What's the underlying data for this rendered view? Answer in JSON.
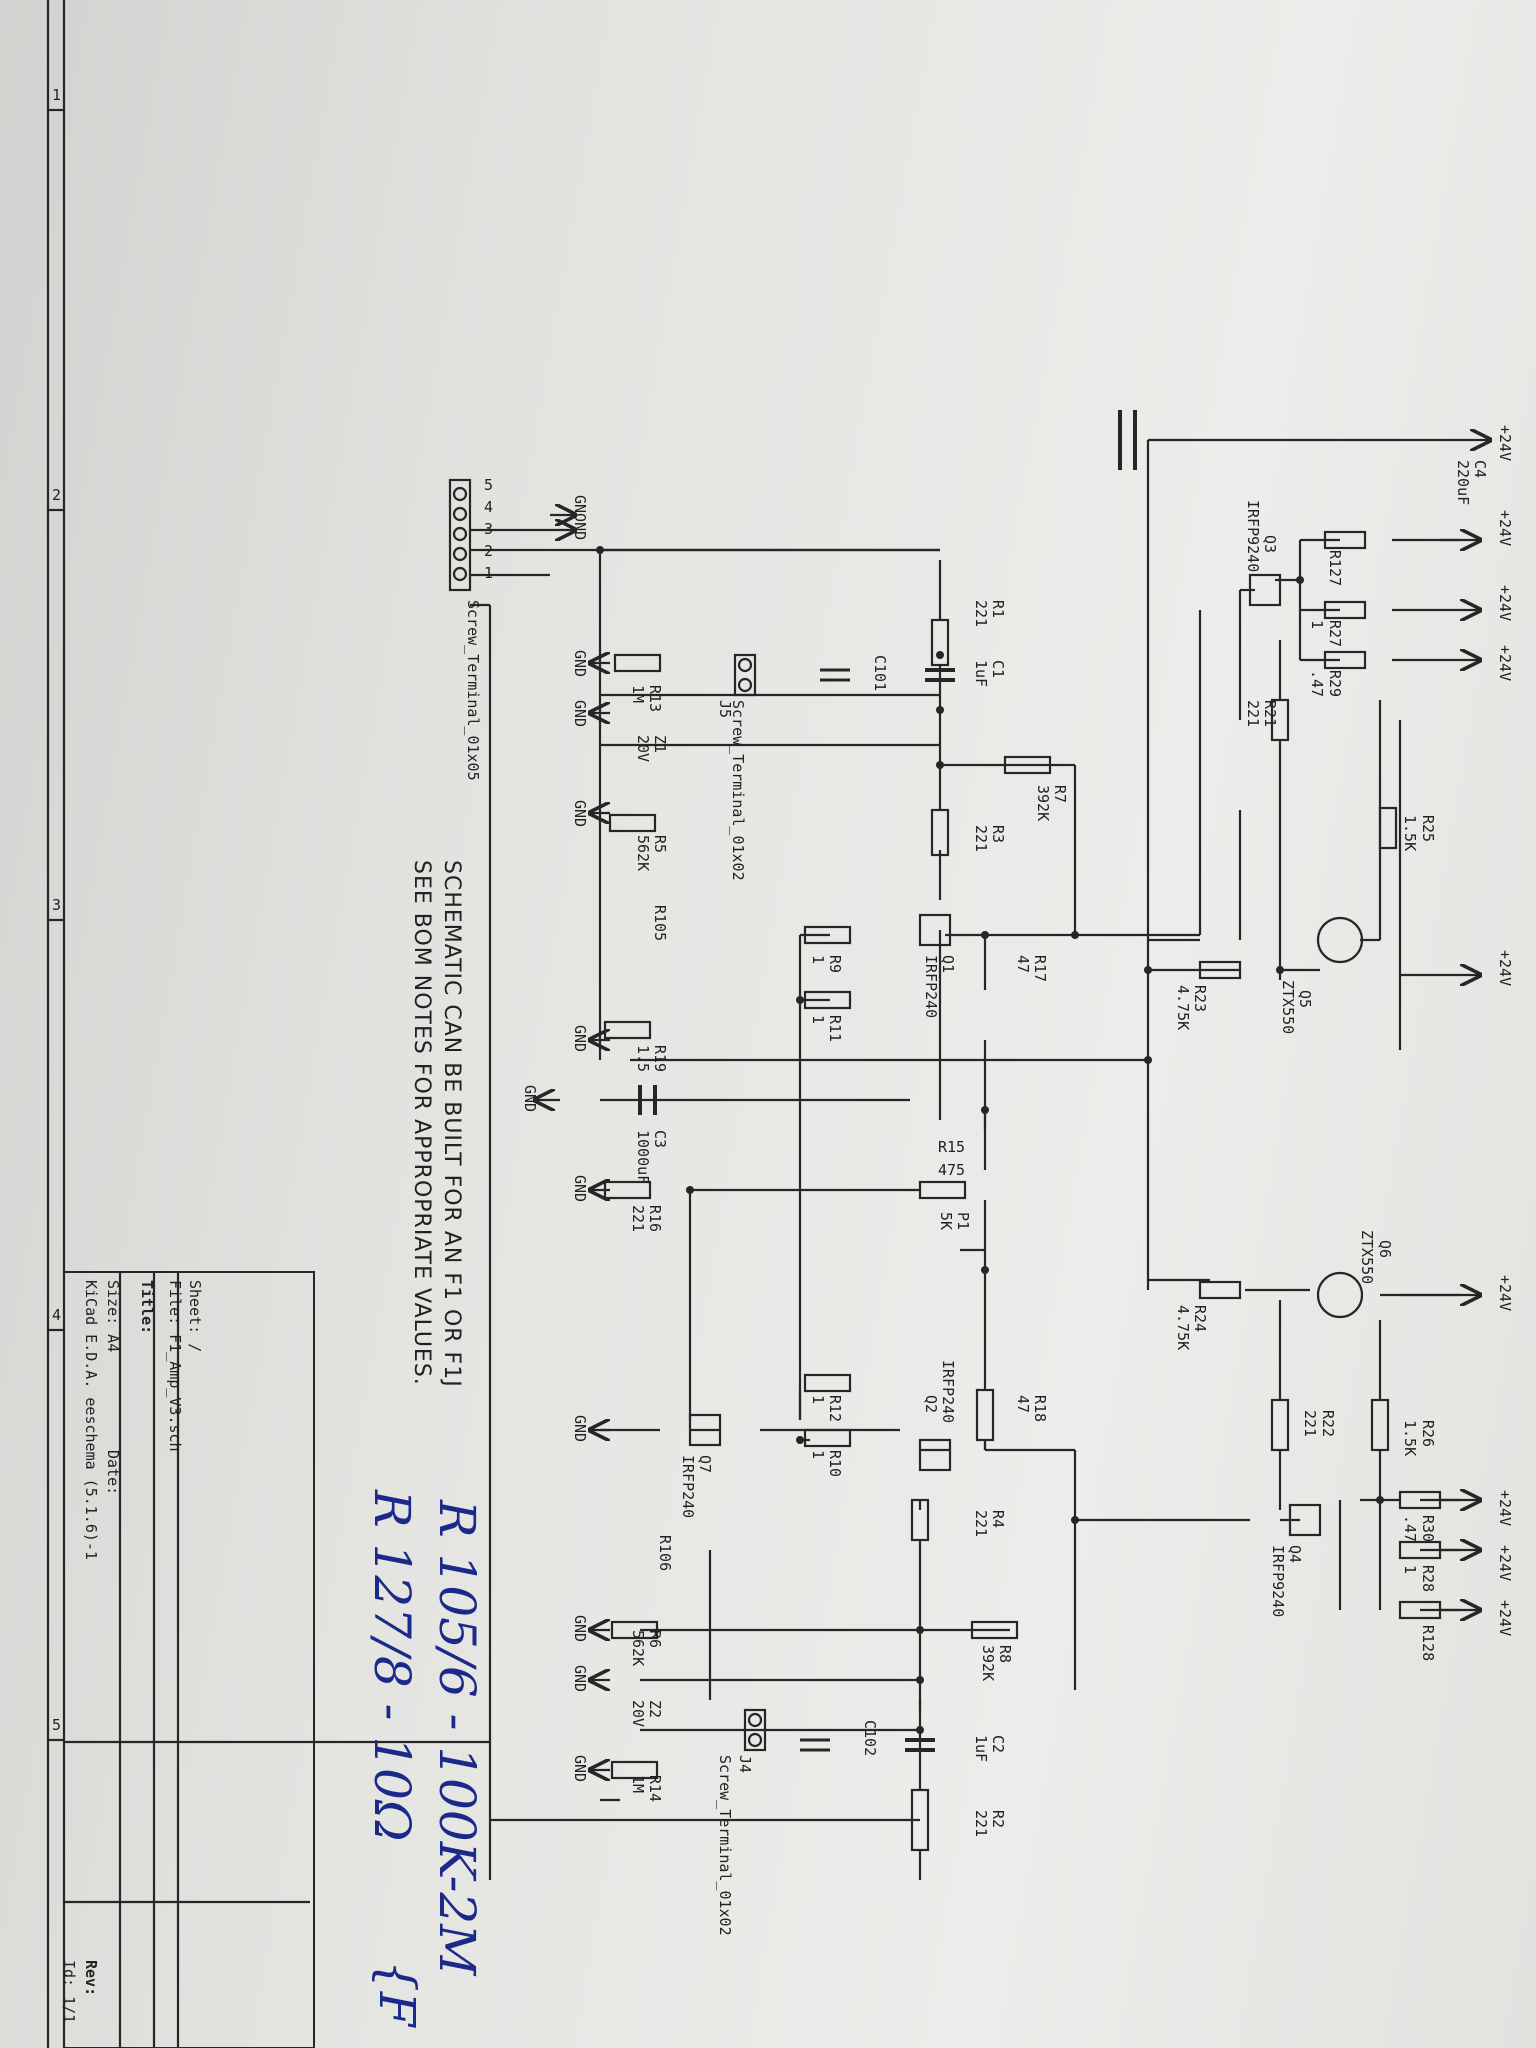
{
  "supply_labels": [
    "+24V",
    "+24V",
    "+24V",
    "+24V",
    "+24V",
    "+24V",
    "+24V",
    "+24V",
    "+24V"
  ],
  "gnd_label": "GND",
  "gnond_label": "GNOND",
  "components": {
    "c4": [
      "C4",
      "220uF"
    ],
    "r127": [
      "R127"
    ],
    "r27": [
      "R27",
      "1"
    ],
    "r29": [
      "R29",
      ".47"
    ],
    "q3": [
      "Q3",
      "IRFP9240"
    ],
    "r21": [
      "R21",
      "221"
    ],
    "r25": [
      "R25",
      "1.5K"
    ],
    "q5": [
      "Q5",
      "ZTX550"
    ],
    "r23": [
      "R23",
      "4.75K"
    ],
    "q6": [
      "Q6",
      "ZTX550"
    ],
    "r24": [
      "R24",
      "4.75K"
    ],
    "r26": [
      "R26",
      "1.5K"
    ],
    "r22": [
      "R22",
      "221"
    ],
    "r30": [
      "R30",
      ".47"
    ],
    "r28": [
      "R28",
      "1"
    ],
    "r128": [
      "R128"
    ],
    "q4": [
      "Q4",
      "IRFP9240"
    ],
    "r1": [
      "R1",
      "221"
    ],
    "c1": [
      "C1",
      "1uF"
    ],
    "c101": [
      "C101"
    ],
    "j5": [
      "J5",
      "Screw_Terminal_01x02"
    ],
    "r13": [
      "R13",
      "1M"
    ],
    "z1": [
      "Z1",
      "20V"
    ],
    "r5": [
      "R5",
      "562K"
    ],
    "r105": [
      "R105"
    ],
    "r3": [
      "R3",
      "221"
    ],
    "r7": [
      "R7",
      "392K"
    ],
    "q1": [
      "Q1",
      "IRFP240"
    ],
    "r17": [
      "R17",
      "47"
    ],
    "r9": [
      "R9",
      "1"
    ],
    "r11": [
      "R11",
      "1"
    ],
    "r19": [
      "R19",
      "1.5"
    ],
    "c3": [
      "C3",
      "1000uF"
    ],
    "r15": [
      "R15",
      "475"
    ],
    "p1": [
      "P1",
      "5K"
    ],
    "r16": [
      "R16",
      "221"
    ],
    "r18": [
      "R18",
      "47"
    ],
    "q2": [
      "Q2",
      "IRFP240"
    ],
    "r12": [
      "R12",
      "1"
    ],
    "r10": [
      "R10",
      "1"
    ],
    "q7": [
      "Q7",
      "IRFP240"
    ],
    "r4": [
      "R4",
      "221"
    ],
    "r8": [
      "R8",
      "392K"
    ],
    "r106": [
      "R106"
    ],
    "r6": [
      "R6",
      "562K"
    ],
    "z2": [
      "Z2",
      "20V"
    ],
    "c102": [
      "C102"
    ],
    "c2": [
      "C2",
      "1uF"
    ],
    "j4": [
      "J4",
      "Screw_Terminal_01x02"
    ],
    "r14": [
      "R14",
      "1M"
    ],
    "r2": [
      "R2",
      "221"
    ],
    "j1": [
      "Screw_Terminal_01x05"
    ]
  },
  "note": [
    "SCHEMATIC CAN BE BUILT FOR AN F1 OR F1J",
    "SEE BOM NOTES FOR APPROPRIATE VALUES."
  ],
  "handwritten": [
    "R 105/6 - 100K-2M",
    "R 127/8 - 10Ω",
    "{F"
  ],
  "title_block": {
    "sheet": "Sheet: /",
    "file": "File: F1_Amp_V3.sch",
    "title": "Title:",
    "size": "Size: A4",
    "date": "Date:",
    "kicad": "KiCad E.D.A.  eeschema (5.1.6)-1",
    "rev": "Rev:",
    "id": "Id: 1/1"
  },
  "frame_numbers": [
    "1",
    "2",
    "3",
    "4",
    "5"
  ],
  "pin_numbers": [
    "1",
    "2",
    "3",
    "4",
    "5"
  ]
}
